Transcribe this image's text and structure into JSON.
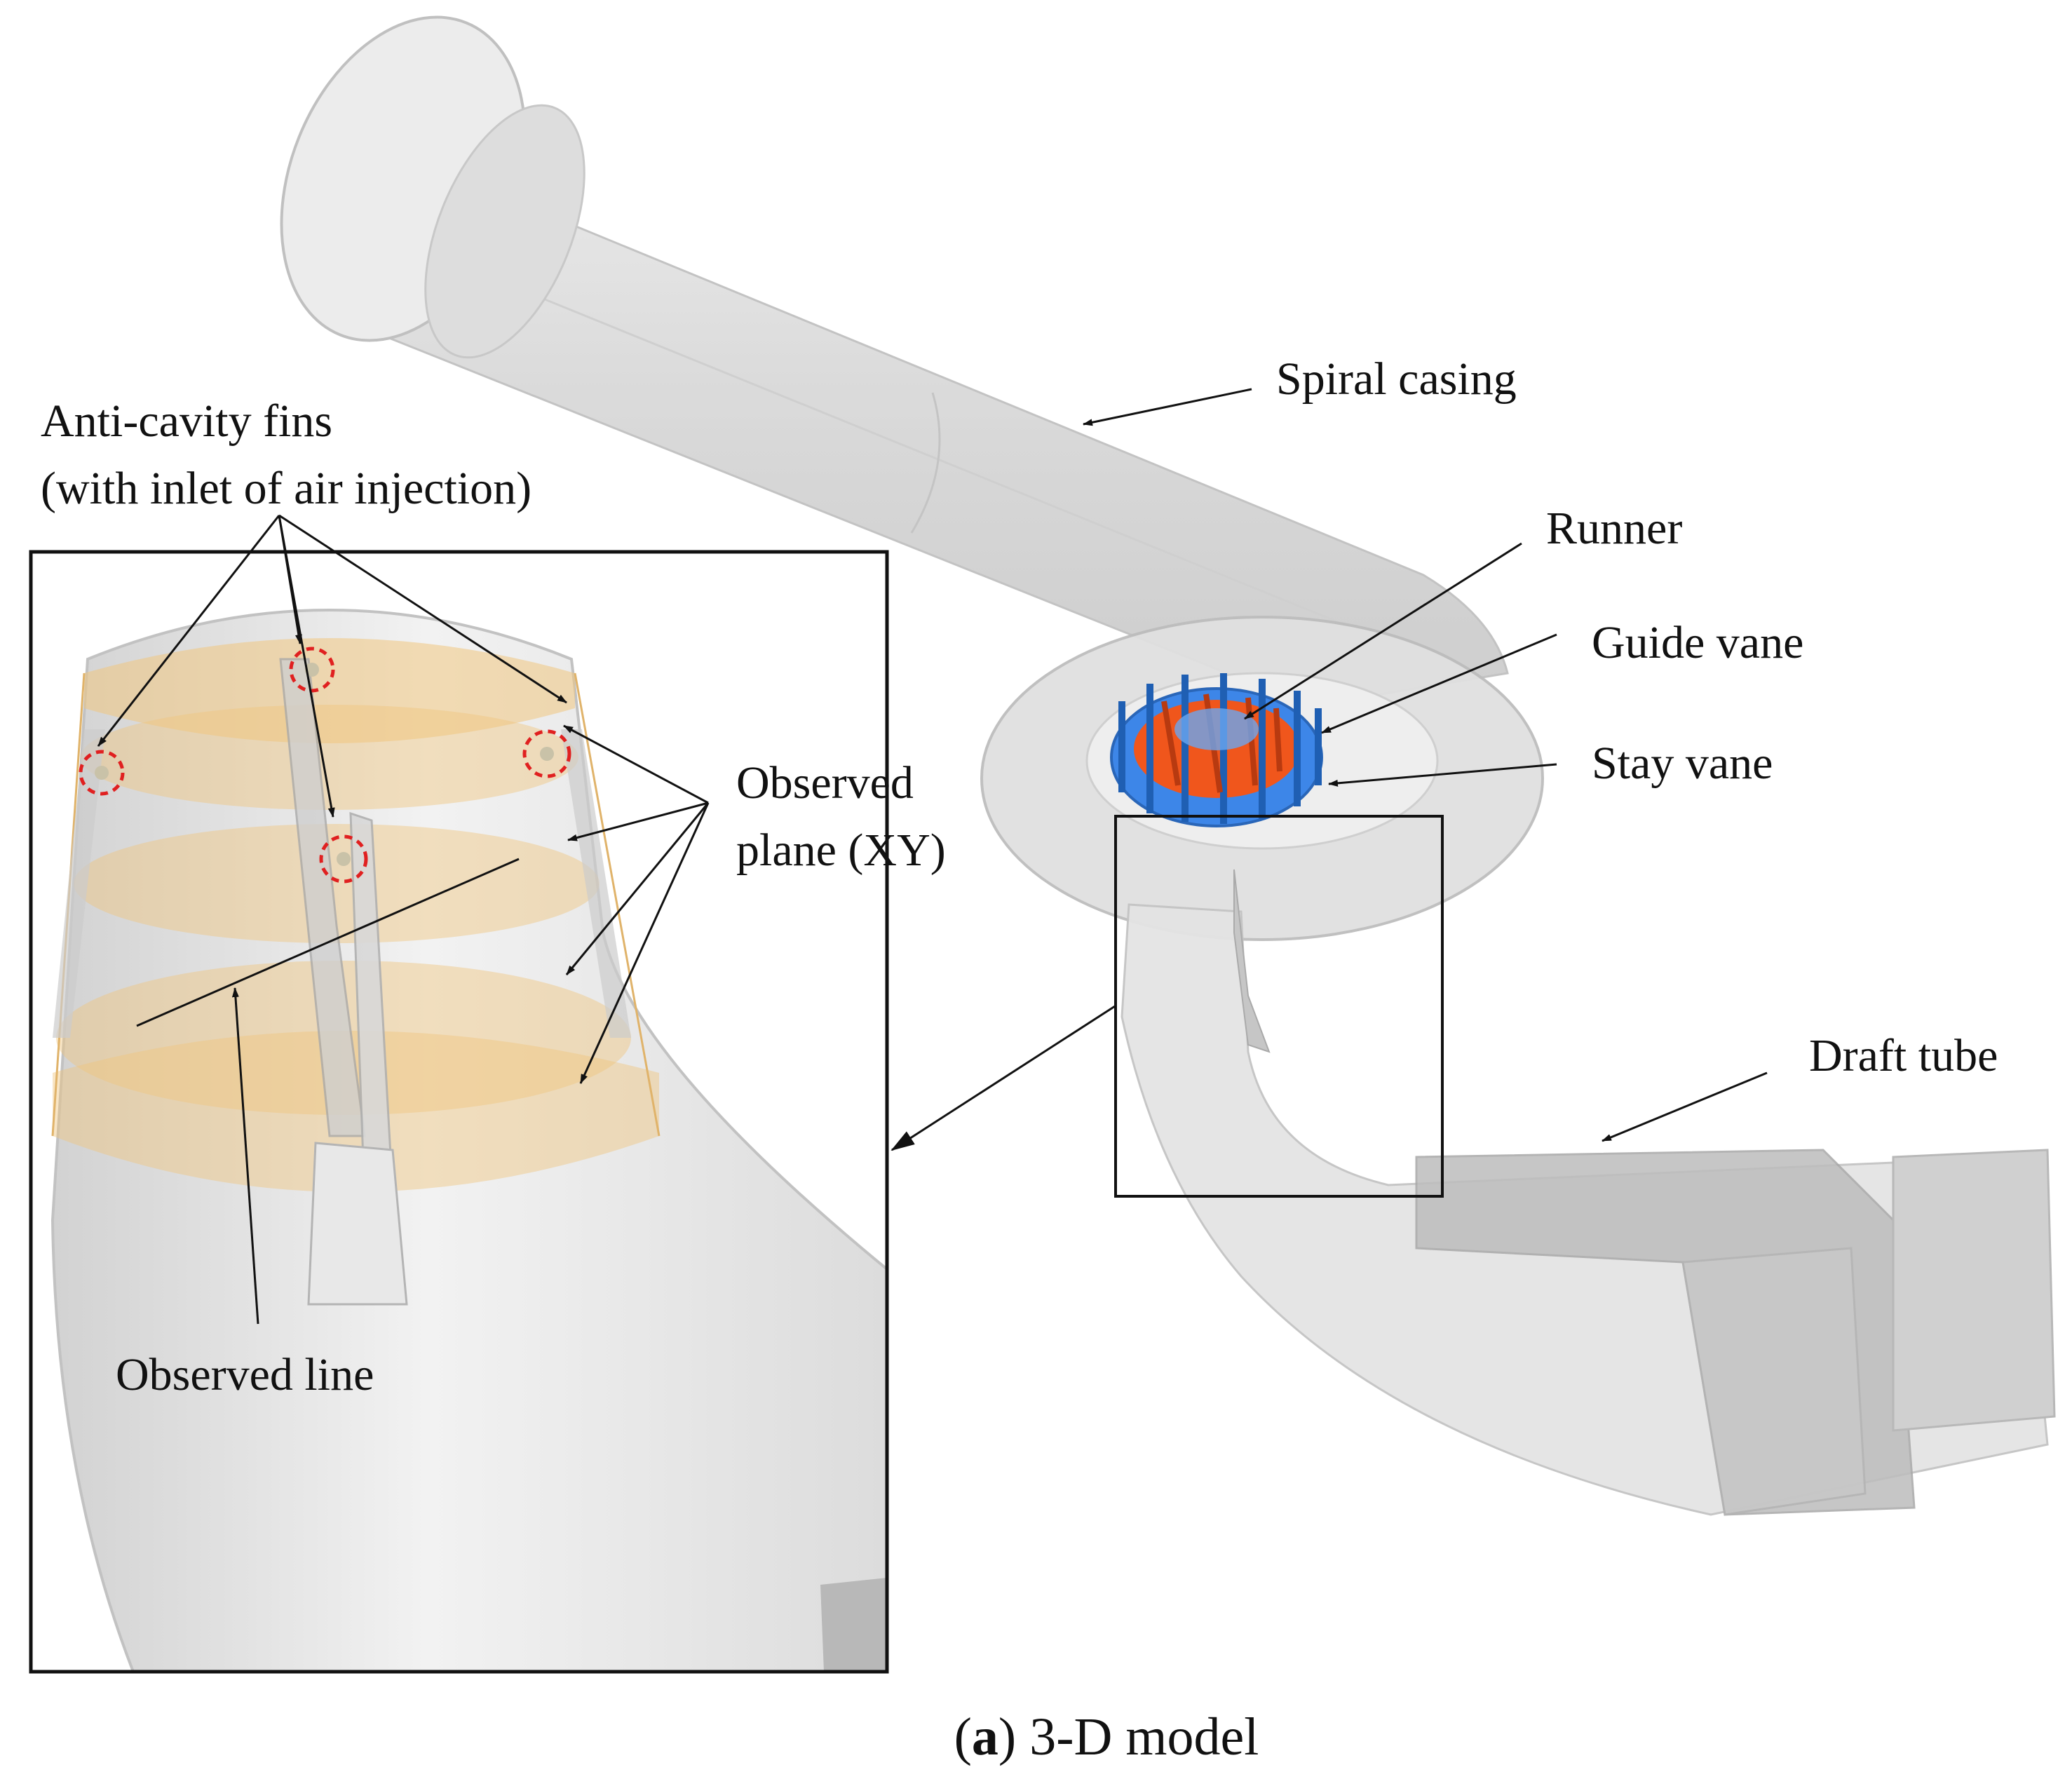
{
  "labels": {
    "anti_cavity_fins": "Anti-cavity  fins",
    "air_injection": "(with inlet of air injection)",
    "observed_plane_1": "Observed",
    "observed_plane_2": "plane (XY)",
    "observed_line": "Observed  line",
    "spiral_casing": "Spiral casing",
    "runner": "Runner",
    "guide_vane": "Guide vane",
    "stay_vane": "Stay vane",
    "draft_tube": "Draft tube"
  },
  "caption": {
    "letter": "a",
    "open_paren": "(",
    "close_paren": ")",
    "text": " 3-D model"
  },
  "colors": {
    "model_gray": "#d9d9d9",
    "observed_plane": "#f0c67f",
    "runner_orange": "#f0561c",
    "vane_blue": "#3d86e8",
    "marker_red": "#e02020",
    "frame": "#111111"
  }
}
